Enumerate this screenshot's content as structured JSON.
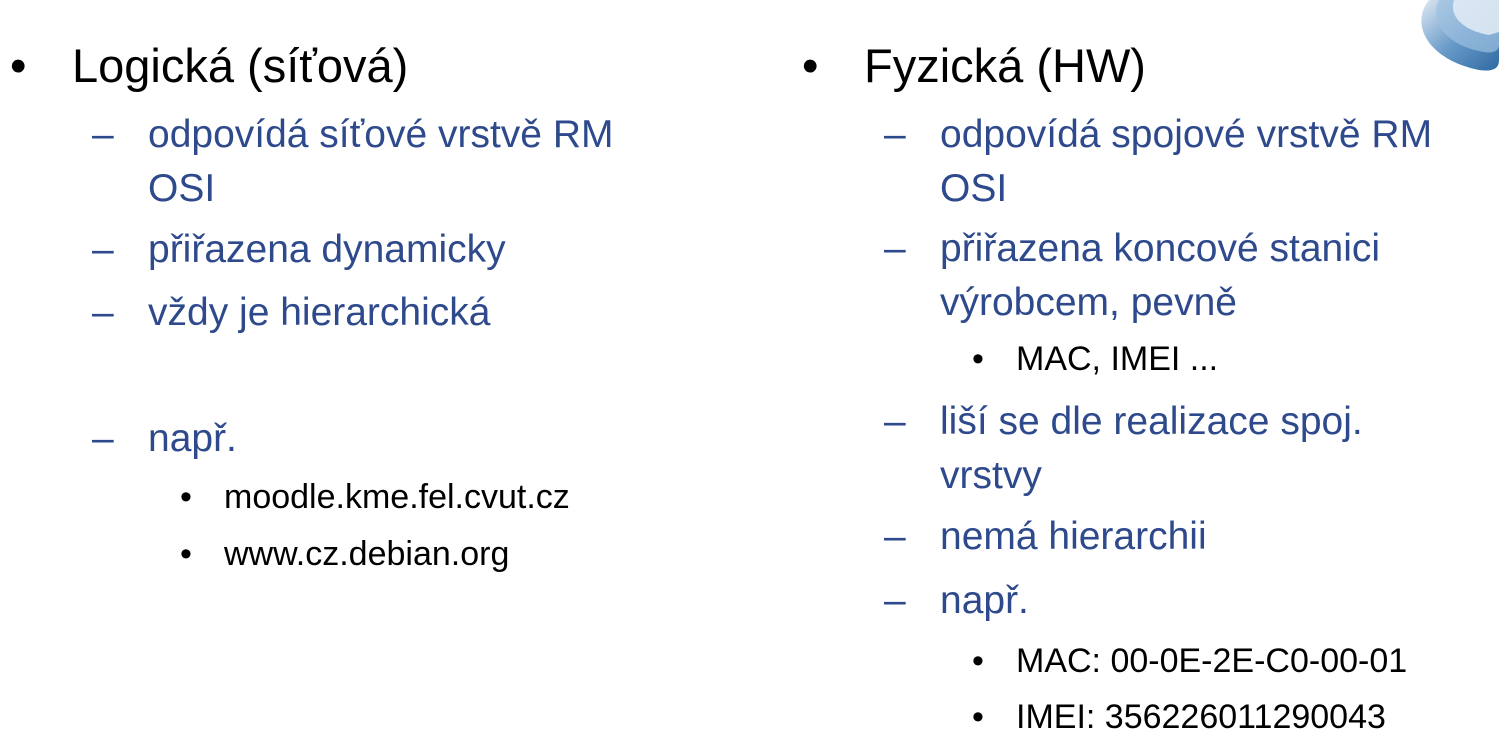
{
  "left": {
    "heading": "Logická (síťová)",
    "items": [
      {
        "line1": "odpovídá síťové vrstvě RM",
        "line2": "OSI"
      },
      {
        "line1": "přiřazena dynamicky"
      },
      {
        "line1": "vždy je hierarchická"
      },
      {
        "line1": "např."
      }
    ],
    "examples": [
      "moodle.kme.fel.cvut.cz",
      "www.cz.debian.org"
    ]
  },
  "right": {
    "heading": "Fyzická (HW)",
    "items": [
      {
        "line1": "odpovídá spojové vrstvě RM",
        "line2": "OSI"
      },
      {
        "line1": "přiřazena koncové stanici",
        "line2": "výrobcem, pevně"
      },
      {
        "line1": "liší se dle realizace spoj.",
        "line2": "vrstvy"
      },
      {
        "line1": "nemá hierarchii"
      },
      {
        "line1": "např."
      }
    ],
    "sub_note": "MAC, IMEI ...",
    "examples": [
      "MAC: 00-0E-2E-C0-00-01",
      "IMEI: 356226011290043"
    ]
  },
  "symbols": {
    "bullet": "•",
    "dash": "–"
  }
}
